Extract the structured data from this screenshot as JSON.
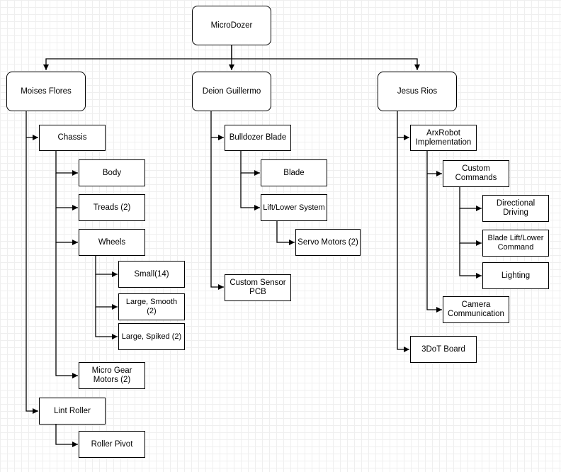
{
  "root": {
    "label": "MicroDozer"
  },
  "members": [
    {
      "label": "Moises Flores"
    },
    {
      "label": "Deion Guillermo"
    },
    {
      "label": "Jesus Rios"
    }
  ],
  "moises": {
    "chassis": "Chassis",
    "body": "Body",
    "treads": "Treads (2)",
    "wheels": "Wheels",
    "small": "Small(14)",
    "large_smooth": "Large, Smooth (2)",
    "large_spiked": "Large, Spiked (2)",
    "micro_gear": "Micro Gear\nMotors (2)",
    "lint_roller": "Lint Roller",
    "roller_pivot": "Roller Pivot"
  },
  "deion": {
    "bulldozer_blade": "Bulldozer Blade",
    "blade": "Blade",
    "lift_lower": "Lift/Lower System",
    "servo_motors": "Servo Motors (2)",
    "custom_sensor": "Custom Sensor\nPCB"
  },
  "jesus": {
    "arxrobot": "ArxRobot\nImplementation",
    "custom_commands": "Custom\nCommands",
    "directional": "Directional\nDriving",
    "blade_lift": "Blade Lift/Lower\nCommand",
    "lighting": "Lighting",
    "camera": "Camera\nCommunication",
    "threedot": "3DoT Board"
  }
}
